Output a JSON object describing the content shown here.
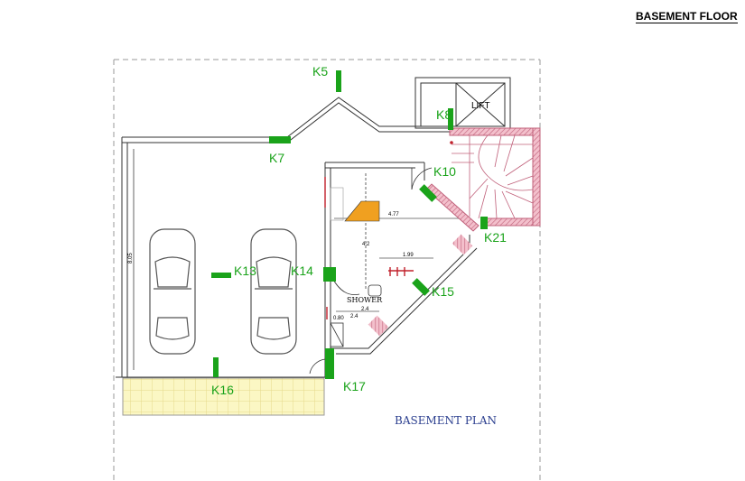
{
  "header": {
    "title": "BASEMENT FLOOR"
  },
  "plan": {
    "title": "BASEMENT PLAN",
    "rooms": {
      "lift": "LIFT",
      "shower": "SHOWER"
    },
    "dimensions": {
      "d805": "8.05",
      "d477": "4.77",
      "d42": "4.2",
      "d199": "1.99",
      "d24a": "2.4",
      "d24b": "2.4",
      "d080": "0.80"
    },
    "markers": [
      {
        "id": "k5",
        "label": "K5"
      },
      {
        "id": "k7",
        "label": "K7"
      },
      {
        "id": "k8",
        "label": "K8"
      },
      {
        "id": "k10",
        "label": "K10"
      },
      {
        "id": "k13",
        "label": "K13"
      },
      {
        "id": "k14",
        "label": "K14"
      },
      {
        "id": "k15",
        "label": "K15"
      },
      {
        "id": "k16",
        "label": "K16"
      },
      {
        "id": "k17",
        "label": "K17"
      },
      {
        "id": "k21",
        "label": "K21"
      }
    ],
    "colors": {
      "marker": "#1aa31a",
      "wall_accent": "#c0607a",
      "stair_fill": "#f3c0cc",
      "terrace": "#fbf7c4",
      "plan_title": "#2b3f8f"
    }
  }
}
